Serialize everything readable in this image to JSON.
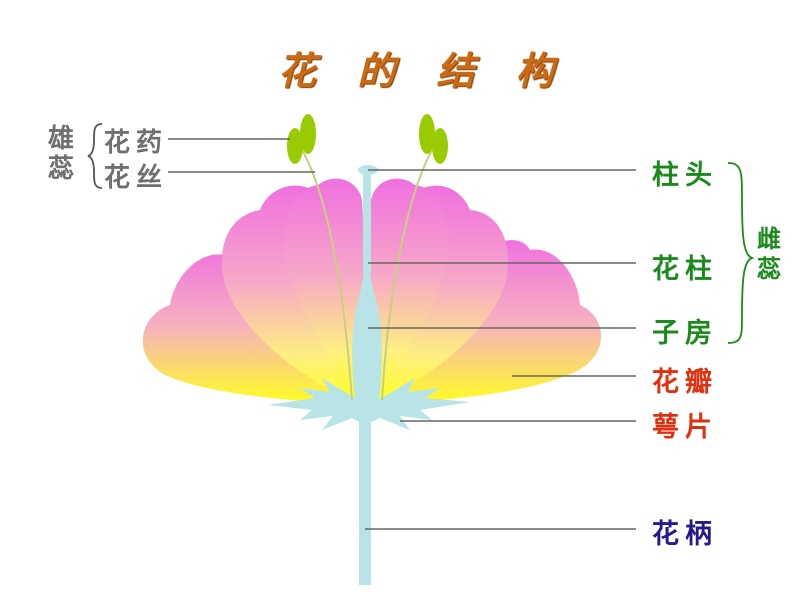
{
  "title": "花 的 结 构",
  "stamen": {
    "group": "雄蕊",
    "anther": "花药",
    "filament": "花丝"
  },
  "pistil": {
    "group": "雌蕊",
    "stigma": "柱头",
    "style": "花柱",
    "ovary": "子房"
  },
  "petal": "花瓣",
  "sepal": "萼片",
  "stalk": "花柄",
  "colors": {
    "title": "#cc6a14",
    "stamen_labels": "#6f6f6f",
    "pistil_labels": "#1a8a1a",
    "petal_sepal_labels": "#e03010",
    "stalk_label": "#241a90",
    "petal_top": "#f070e0",
    "petal_bottom": "#ffff00",
    "pistil_body": "#b8e4e8",
    "anther": "#99cc00"
  }
}
